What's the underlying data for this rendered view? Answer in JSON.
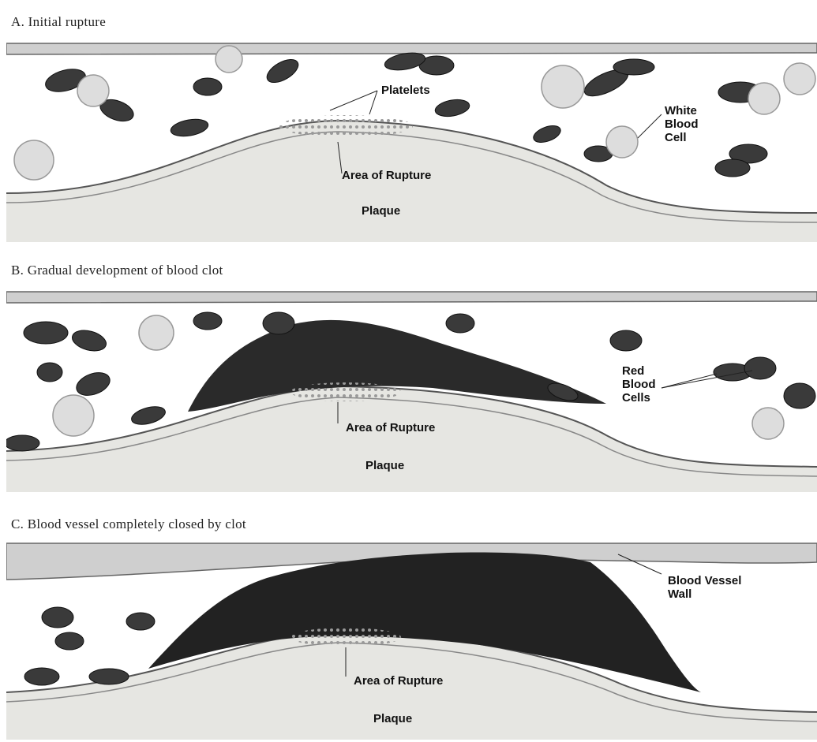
{
  "colors": {
    "background": "#ffffff",
    "lumen": "#ffffff",
    "vessel_wall": "#cfcfcf",
    "wall_line": "#555555",
    "plaque": "#e6e6e2",
    "clot": "#2a2a2a",
    "red_cell": "#3a3a3a"
  },
  "panels": [
    {
      "heading": "A. Initial rupture",
      "labels": {
        "platelets": "Platelets",
        "wbc_line1": "White",
        "wbc_line2": "Blood",
        "wbc_line3": "Cell",
        "rupture": "Area of Rupture",
        "plaque": "Plaque"
      }
    },
    {
      "heading": "B. Gradual development of blood clot",
      "labels": {
        "rbc_line1": "Red",
        "rbc_line2": "Blood",
        "rbc_line3": "Cells",
        "rupture": "Area of Rupture",
        "plaque": "Plaque"
      }
    },
    {
      "heading": "C. Blood vessel completely closed by clot",
      "labels": {
        "wall_line1": "Blood Vessel",
        "wall_line2": "Wall",
        "rupture": "Area of Rupture",
        "plaque": "Plaque"
      }
    }
  ]
}
